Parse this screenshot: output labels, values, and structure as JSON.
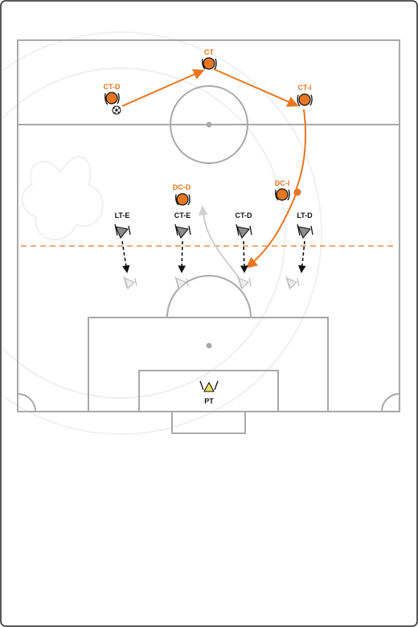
{
  "colors": {
    "attack": "#e8761f",
    "defense_marker": "#8c8c8c",
    "goalkeeper": "#f2e25c",
    "field_lines": "#a9a9a9",
    "offside_line": "#e8761f",
    "ghost_line": "#cfcfcf"
  },
  "attackers": [
    {
      "id": "ct-d",
      "label": "CT-D",
      "has_ball": true
    },
    {
      "id": "ct",
      "label": "CT",
      "has_ball": false
    },
    {
      "id": "ct-i",
      "label": "CT-I",
      "has_ball": false
    },
    {
      "id": "dc-i",
      "label": "DC-I",
      "has_ball": false
    },
    {
      "id": "dc-d",
      "label": "DC-D",
      "has_ball": false
    }
  ],
  "defenders": [
    {
      "id": "lt-e",
      "label": "LT-E"
    },
    {
      "id": "ct-e",
      "label": "CT-E"
    },
    {
      "id": "ct-d",
      "label": "CT-D"
    },
    {
      "id": "lt-d",
      "label": "LT-D"
    }
  ],
  "goalkeeper": {
    "label": "PT"
  },
  "icons": {
    "ball": "soccer-ball-icon",
    "attacker": "attacker-player-icon",
    "defender": "defender-player-icon",
    "goalkeeper": "goalkeeper-icon"
  }
}
